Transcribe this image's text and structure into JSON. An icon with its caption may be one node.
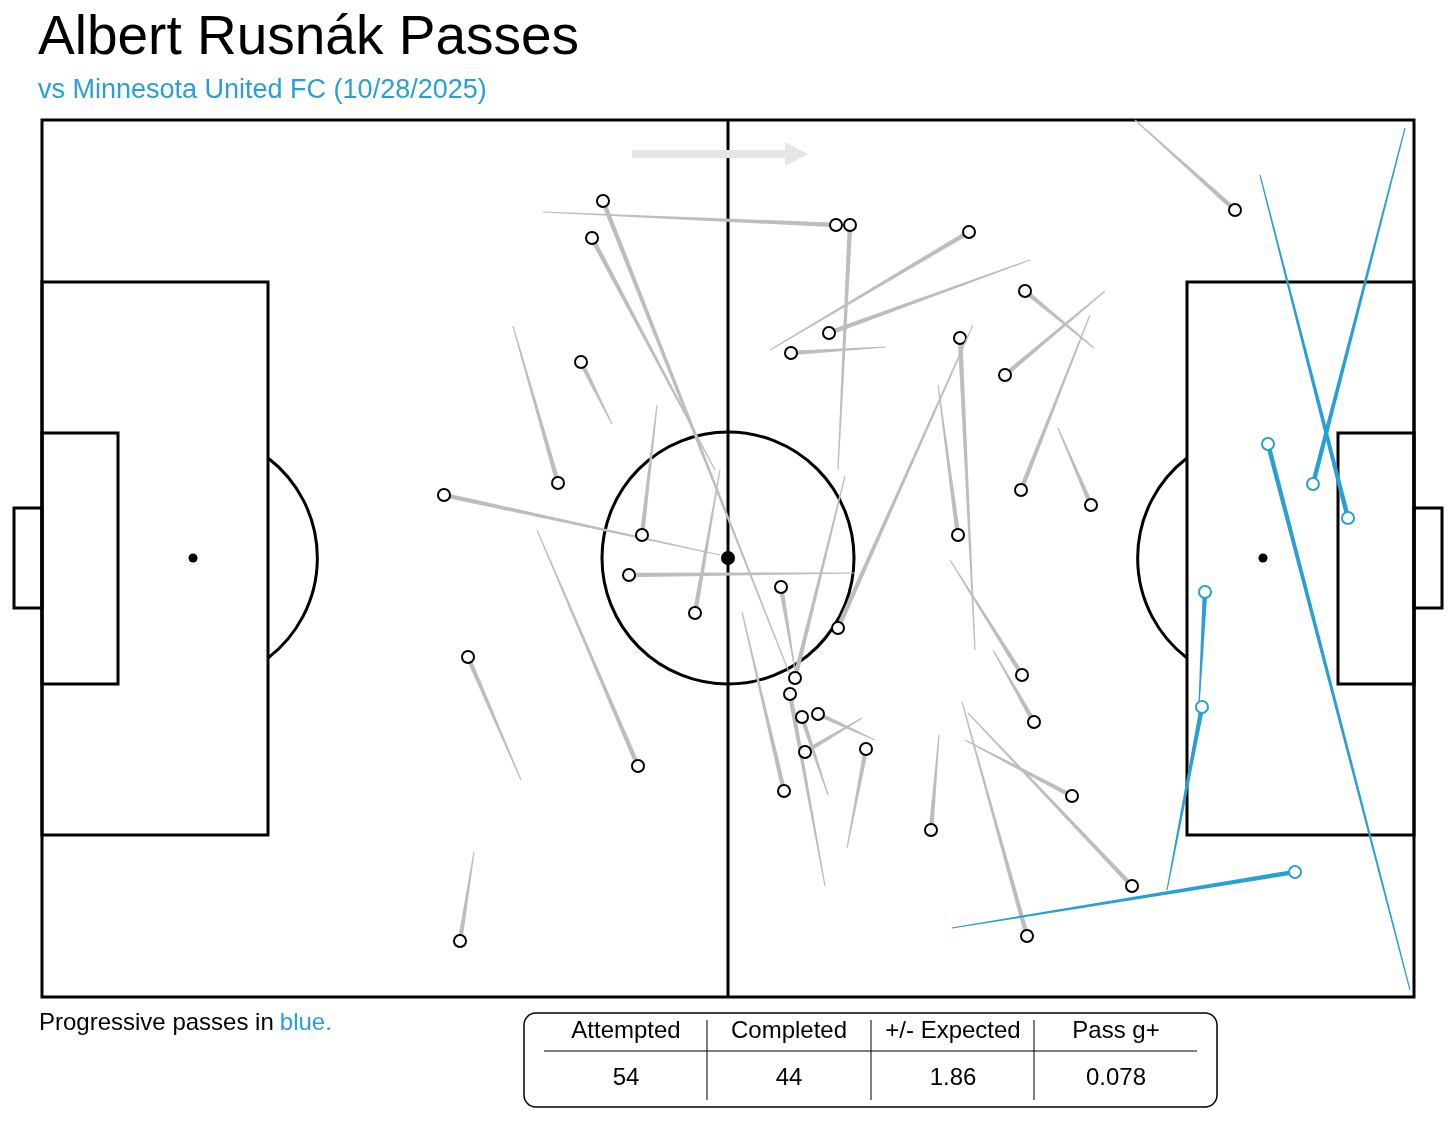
{
  "diagram": {
    "title": "Albert Rusnák Passes",
    "labels": [
      "vs Minnesota United FC (10/28/2025)",
      "Progressive passes in",
      "blue.",
      "Attempted",
      "Completed",
      "+/- Expected",
      "Pass g+",
      "54",
      "44",
      "1.86",
      "0.078"
    ]
  }
}
